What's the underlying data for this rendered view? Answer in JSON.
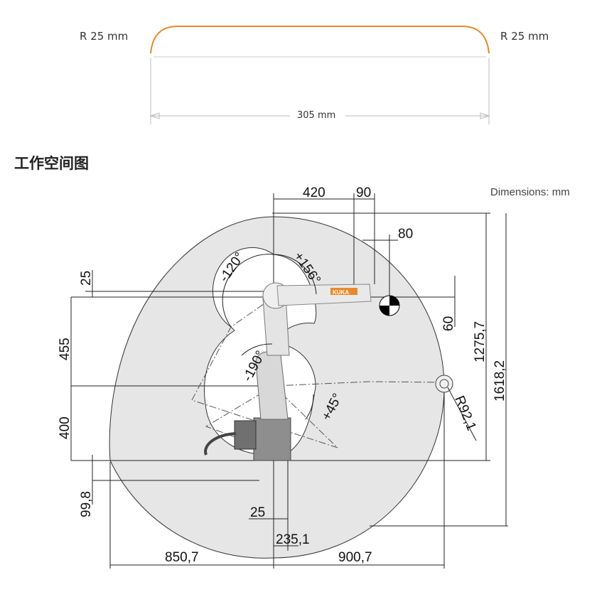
{
  "cable": {
    "radius_left": "R 25 mm",
    "radius_right": "R 25 mm",
    "length": "305 mm",
    "accent_color": "#e8892e"
  },
  "section_title": "工作空间图",
  "units_note": "Dimensions: mm",
  "robot_brand": "KUKA",
  "angles": {
    "a1": "-120°",
    "a2": "+156°",
    "a3": "-190°",
    "a4": "+45°"
  },
  "dimensions": {
    "d420": "420",
    "d90": "90",
    "d80": "80",
    "d25_top": "25",
    "d60": "60",
    "d455": "455",
    "d400": "400",
    "d99_8": "99,8",
    "d1275_7": "1275,7",
    "d1618_2": "1618,2",
    "r92_1": "R92,1",
    "d25_bottom": "25",
    "d235_1": "235,1",
    "d850_7": "850,7",
    "d900_7": "900,7"
  }
}
